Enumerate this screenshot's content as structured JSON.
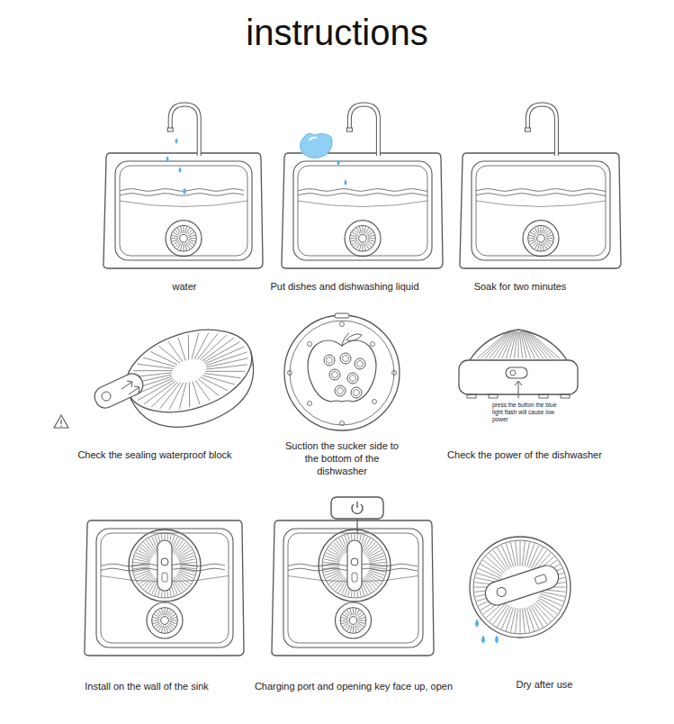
{
  "diagram": {
    "title": "instructions",
    "labels": [
      "water",
      "Put dishes and dishwashing liquid",
      "Soak for two minutes",
      "Check the sealing waterproof block",
      "Suction the sucker side to the bottom of the dishwasher",
      "Check the power of the dishwasher",
      "press the button the blue light flash will cause low power",
      "Install on the wall of the sink",
      "Charging port and opening key face up, open",
      "Dry after use"
    ]
  }
}
